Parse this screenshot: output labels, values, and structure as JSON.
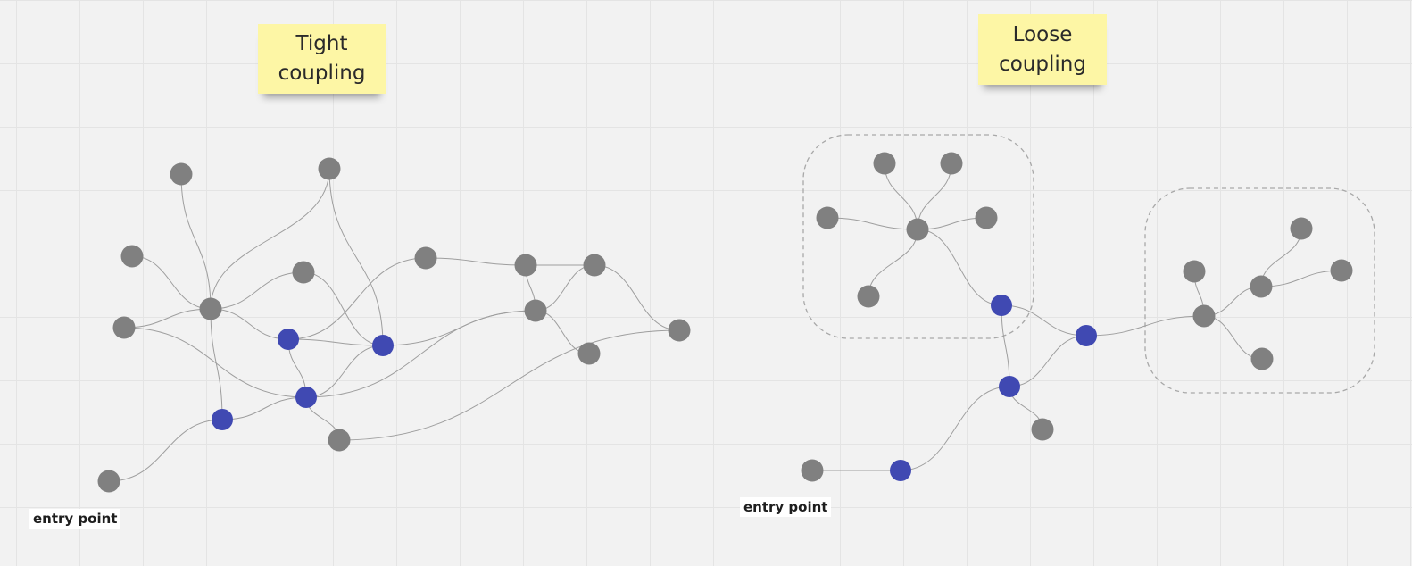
{
  "notes": {
    "tight": "Tight coupling",
    "loose": "Loose coupling"
  },
  "labels": {
    "entry_left": "entry point",
    "entry_right": "entry point"
  },
  "colors": {
    "node": "#808080",
    "highlight": "#4049b2",
    "edge": "#9e9e9e",
    "group_border": "#a8a8a8",
    "sticky": "#fdf6a5"
  }
}
